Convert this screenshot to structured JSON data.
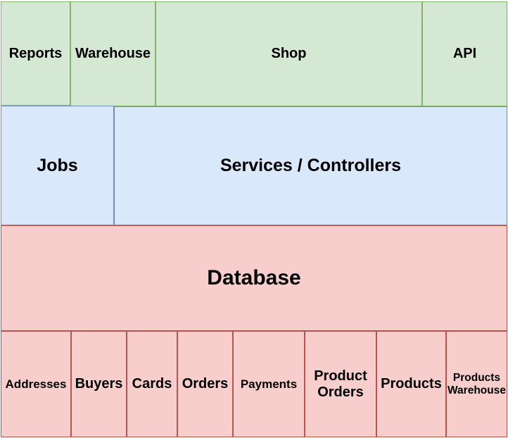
{
  "colors": {
    "background": "#ffffff",
    "text": "#000000",
    "green_fill": "#d5e8d4",
    "green_border": "#82b366",
    "blue_fill": "#dae8fc",
    "blue_border": "#6c8ebf",
    "red_fill": "#f8cecc",
    "red_border": "#b85450"
  },
  "diagram": {
    "top_row": [
      {
        "label": "Reports"
      },
      {
        "label": "Warehouse"
      },
      {
        "label": "Shop"
      },
      {
        "label": "API"
      }
    ],
    "middle_row": [
      {
        "label": "Jobs"
      },
      {
        "label": "Services / Controllers"
      }
    ],
    "database": {
      "label": "Database"
    },
    "tables": [
      {
        "label": "Addresses"
      },
      {
        "label": "Buyers"
      },
      {
        "label": "Cards"
      },
      {
        "label": "Orders"
      },
      {
        "label": "Payments"
      },
      {
        "label": "Product Orders"
      },
      {
        "label": "Products"
      },
      {
        "label": "Products Warehouse"
      }
    ]
  }
}
